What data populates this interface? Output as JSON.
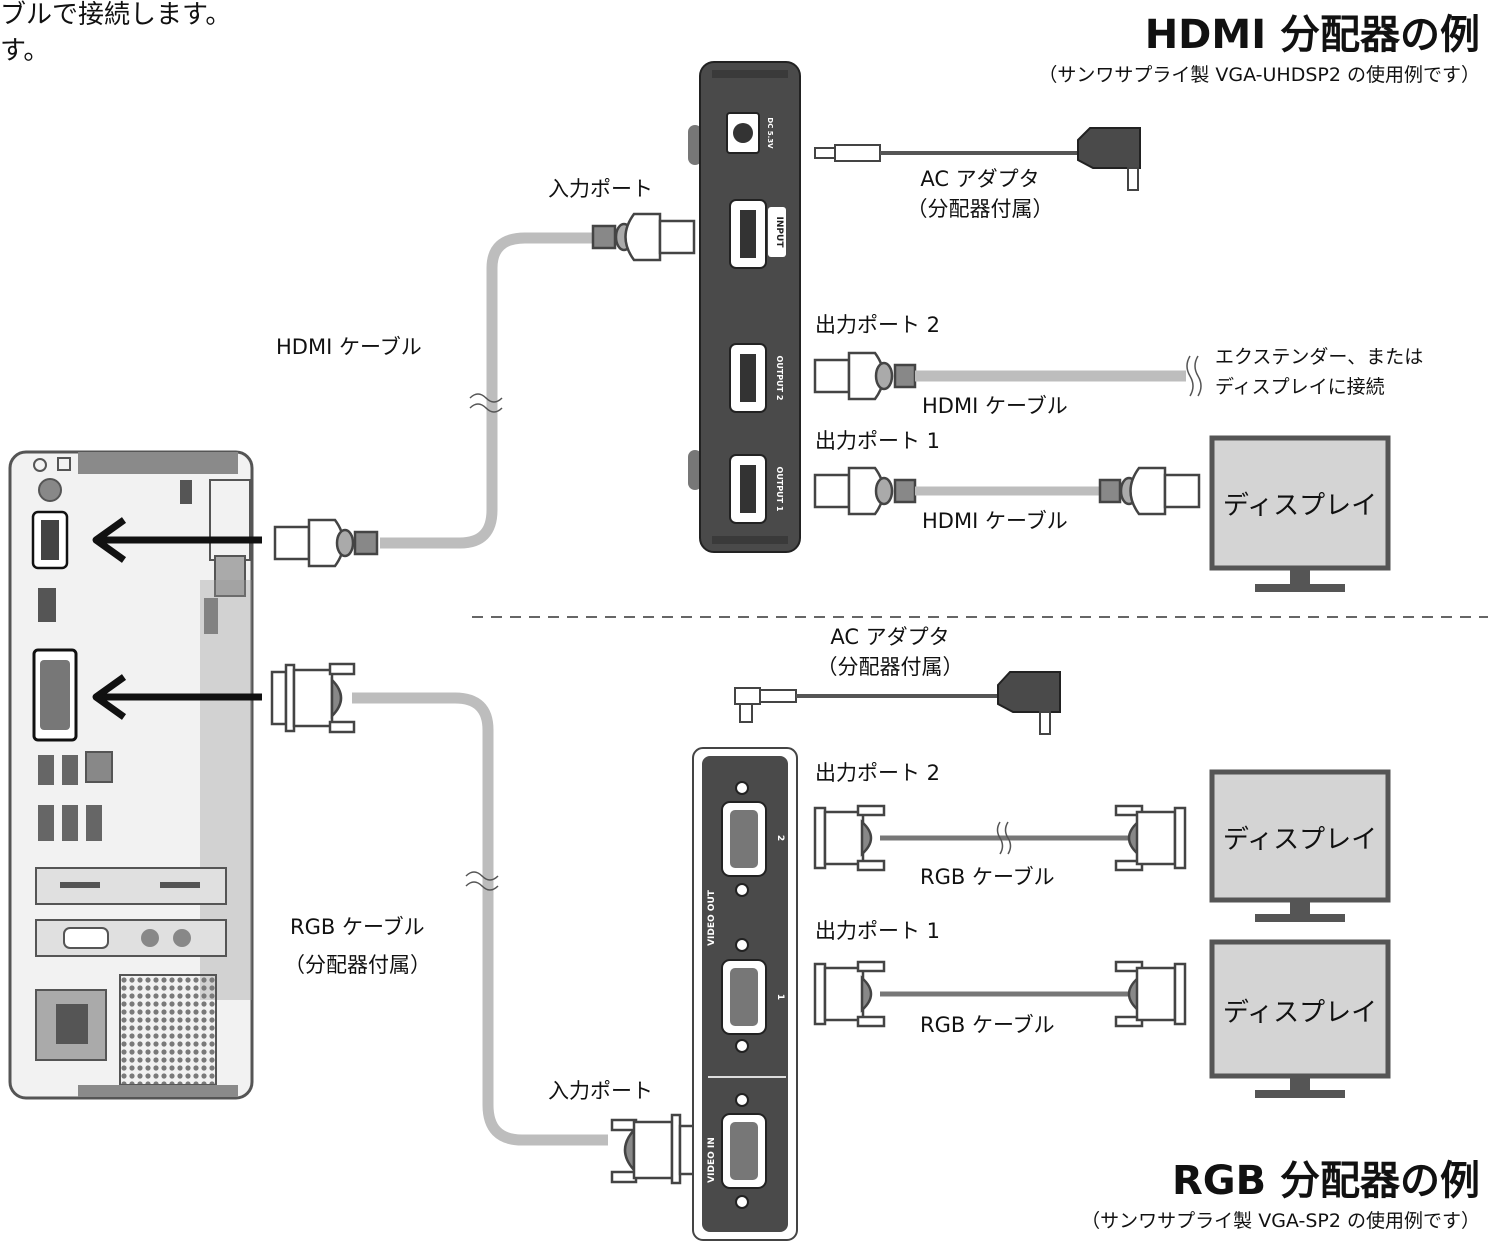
{
  "top_text": {
    "line1": "ブルで接続します。",
    "line2": "す。"
  },
  "hdmi": {
    "title": "HDMI 分配器の例",
    "subtitle": "（サンワサプライ製 VGA-UHDSP2 の使用例です）",
    "ac_adapter": "AC アダプタ",
    "ac_adapter_note": "（分配器付属）",
    "input_port": "入力ポート",
    "output_port_2": "出力ポート 2",
    "output_port_1": "出力ポート 1",
    "cable_main": "HDMI ケーブル",
    "cable_out2": "HDMI ケーブル",
    "cable_out1": "HDMI ケーブル",
    "extender_line1": "エクステンダー、または",
    "extender_line2": "ディスプレイに接続",
    "display": "ディスプレイ",
    "device_labels": {
      "dc": "DC 5.3V",
      "input": "INPUT",
      "output2": "OUTPUT 2",
      "output1": "OUTPUT 1"
    }
  },
  "rgb": {
    "title": "RGB 分配器の例",
    "subtitle": "（サンワサプライ製 VGA-SP2 の使用例です）",
    "ac_adapter": "AC アダプタ",
    "ac_adapter_note": "（分配器付属）",
    "input_port": "入力ポート",
    "output_port_2": "出力ポート 2",
    "output_port_1": "出力ポート 1",
    "cable_main": "RGB ケーブル",
    "cable_main_note": "（分配器付属）",
    "cable_out2": "RGB ケーブル",
    "cable_out1": "RGB ケーブル",
    "display_2": "ディスプレイ",
    "display_1": "ディスプレイ",
    "device_labels": {
      "video_out": "VIDEO OUT",
      "video_in": "VIDEO IN",
      "port2": "2",
      "port1": "1"
    }
  },
  "colors": {
    "device": "#4a4a4a",
    "cable": "#bdbdbd",
    "cable_dark": "#555555",
    "screen": "#d4d4d4",
    "frame": "#555555"
  }
}
